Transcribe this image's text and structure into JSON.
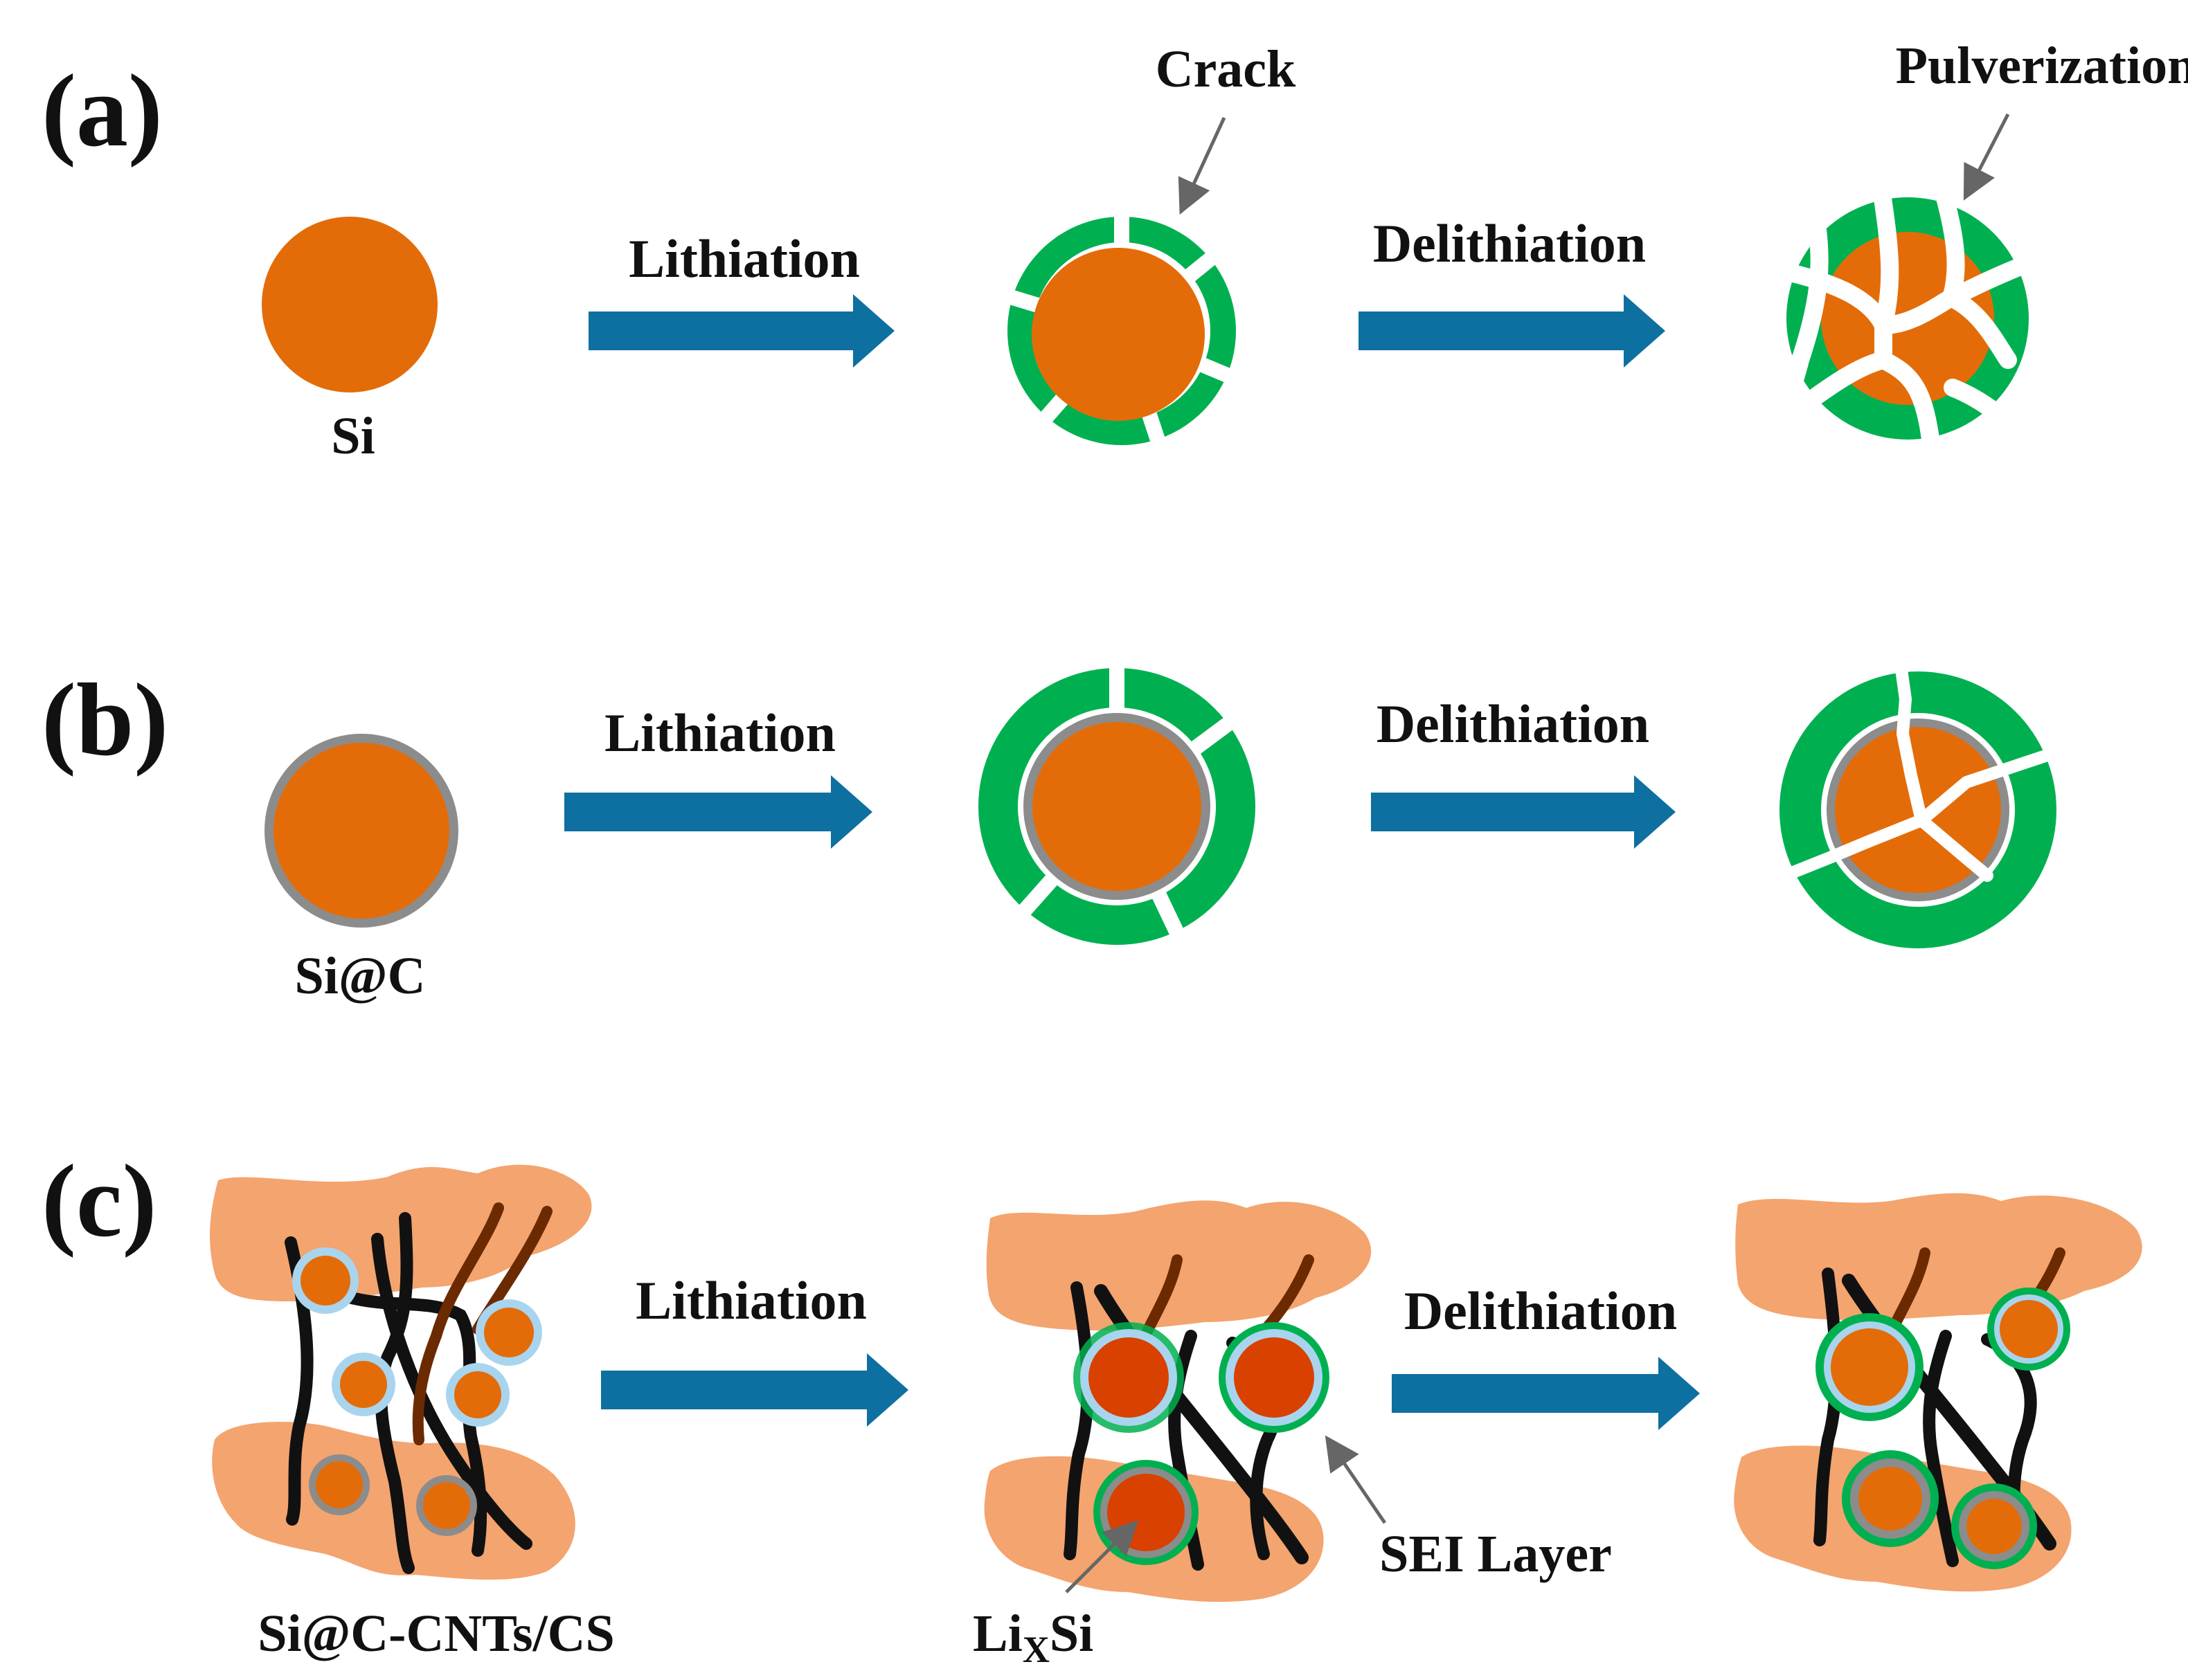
{
  "panels": {
    "a": {
      "label": "(a)",
      "material": "Si",
      "step1": "Lithiation",
      "step2": "Delithiation",
      "crack": "Crack",
      "pulverization": "Pulverization"
    },
    "b": {
      "label": "(b)",
      "material": "Si@C",
      "step1": "Lithiation",
      "step2": "Delithiation"
    },
    "c": {
      "label": "(c)",
      "material": "Si@C-CNTs/CS",
      "step1": "Lithiation",
      "step2": "Delithiation",
      "sei": "SEI Layer",
      "lixsi_main": "Li",
      "lixsi_sub": "X",
      "lixsi_tail": "Si"
    }
  },
  "colors": {
    "silicon": "#E36C09",
    "lithiated_silicon": "#D94100",
    "sei": "#00B050",
    "carbon_shell": "#8C8C8C",
    "arrow": "#0E70A0",
    "sheet": "#F4A46E",
    "cnt": "#111111",
    "cnt_dark": "#6B2A00",
    "electrolyte_halo": "#A9D4EE",
    "pointer": "#666666"
  }
}
